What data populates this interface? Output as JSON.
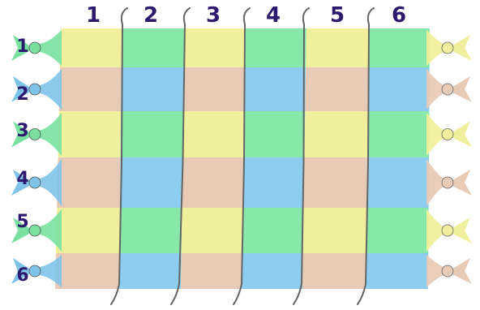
{
  "column_labels": [
    "1",
    "2",
    "3",
    "4",
    "5",
    "6"
  ],
  "row_labels": [
    "1",
    "2",
    "3",
    "4",
    "5",
    "6"
  ],
  "colors": {
    "yellow": "#f0f09c",
    "green": "#88e8aa",
    "tan": "#e7cbb7",
    "blue": "#8ccdf0",
    "knot_yellow_left": "#f2f19d",
    "knot_green_left": "#79e0a0",
    "knot_blue_left": "#7fc3e8",
    "thread": "#666666",
    "label_ink": "#2d1a6e"
  },
  "grid": {
    "row_colors": [
      "yellow-green",
      "tan-blue",
      "yellow-green",
      "tan-blue",
      "yellow-green",
      "tan-blue"
    ],
    "rows": 6,
    "cols": 6
  }
}
